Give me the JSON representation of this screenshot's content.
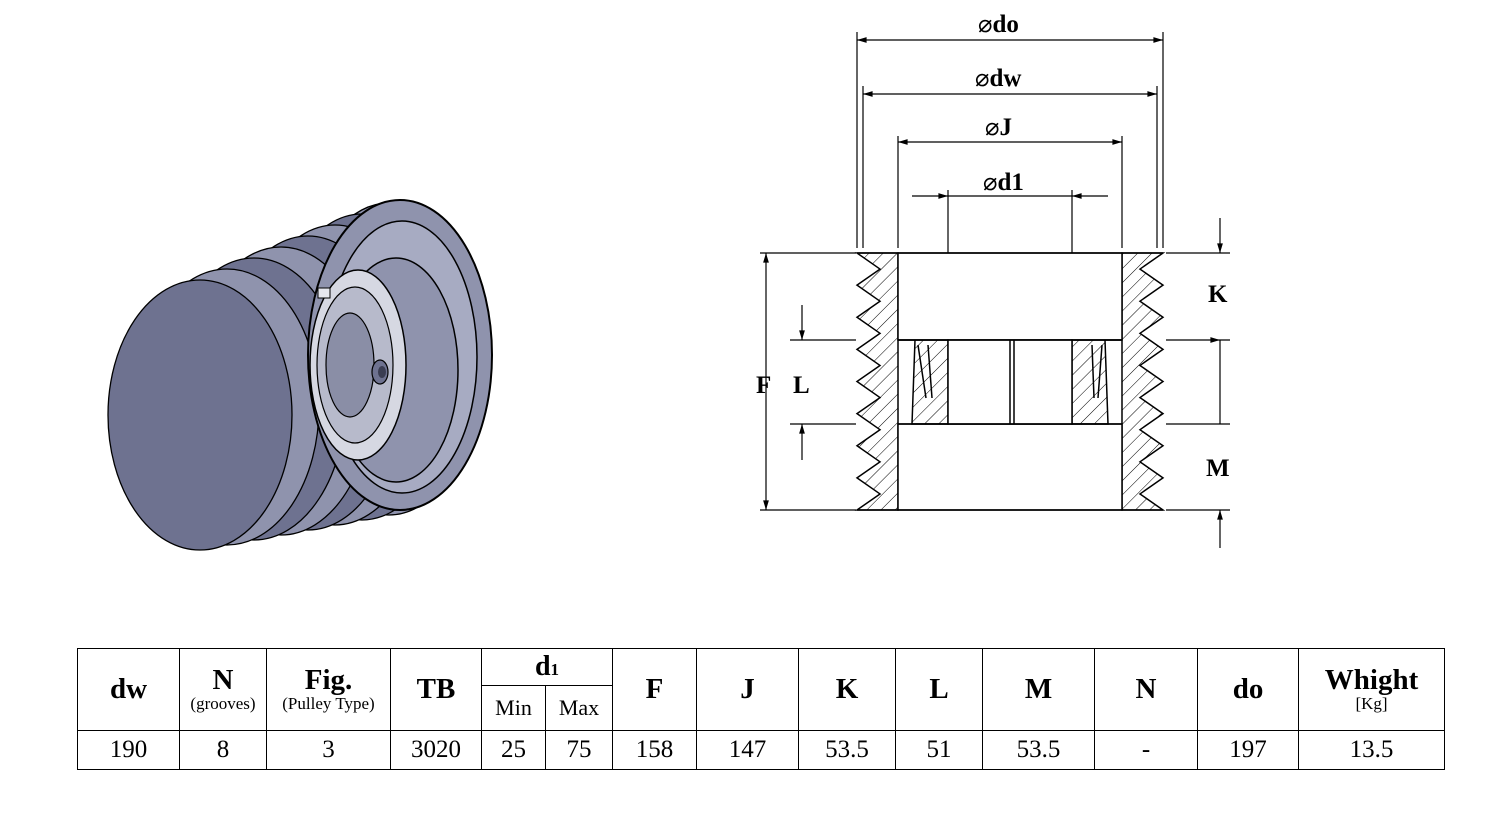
{
  "dimension_labels": {
    "do": "do",
    "dw": "dw",
    "J": "J",
    "d1": "d1",
    "F": "F",
    "L": "L",
    "K": "K",
    "M": "M"
  },
  "table": {
    "headers": {
      "dw": "dw",
      "N": "N",
      "N_sub": "(grooves)",
      "fig": "Fig.",
      "fig_sub": "(Pulley Type)",
      "tb": "TB",
      "d1": "d",
      "d1_sub": "1",
      "min": "Min",
      "max": "Max",
      "F": "F",
      "J": "J",
      "K": "K",
      "L": "L",
      "M": "M",
      "N2": "N",
      "do": "do",
      "weight": "Whight",
      "weight_sub": "[Kg]"
    },
    "row": {
      "dw": "190",
      "N": "8",
      "fig": "3",
      "tb": "3020",
      "min": "25",
      "max": "75",
      "F": "158",
      "J": "147",
      "K": "53.5",
      "L": "51",
      "M": "53.5",
      "N2": "-",
      "do": "197",
      "weight": "13.5"
    }
  },
  "colors": {
    "pulley_face": "#8f93ad",
    "pulley_shadow": "#6e7290",
    "pulley_highlight": "#a7abc2",
    "bore": "#c9ccd8",
    "line": "#000000"
  },
  "icons": {
    "phi_symbol": "⌀"
  }
}
